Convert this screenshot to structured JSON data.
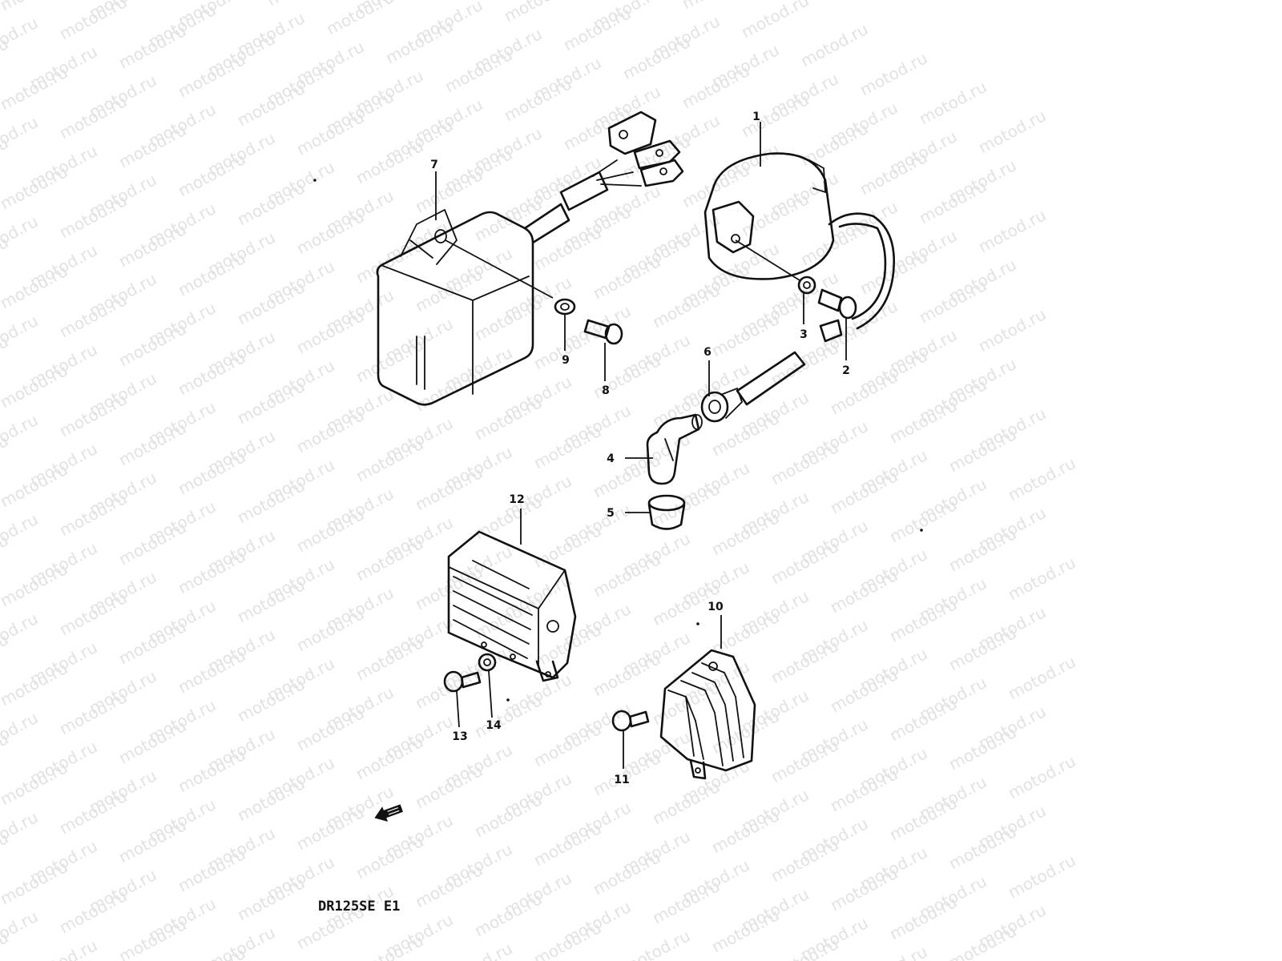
{
  "watermark": {
    "text": "motod.ru"
  },
  "parts": [
    {
      "id": "1",
      "label": "1"
    },
    {
      "id": "2",
      "label": "2"
    },
    {
      "id": "3",
      "label": "3"
    },
    {
      "id": "4",
      "label": "4"
    },
    {
      "id": "5",
      "label": "5"
    },
    {
      "id": "6",
      "label": "6"
    },
    {
      "id": "7",
      "label": "7"
    },
    {
      "id": "8",
      "label": "8"
    },
    {
      "id": "9",
      "label": "9"
    },
    {
      "id": "10",
      "label": "10"
    },
    {
      "id": "11",
      "label": "11"
    },
    {
      "id": "12",
      "label": "12"
    },
    {
      "id": "13",
      "label": "13"
    },
    {
      "id": "14",
      "label": "14"
    }
  ],
  "caption": "DR125SE E1",
  "direction_marker": {
    "icon": "front-arrow-icon"
  }
}
